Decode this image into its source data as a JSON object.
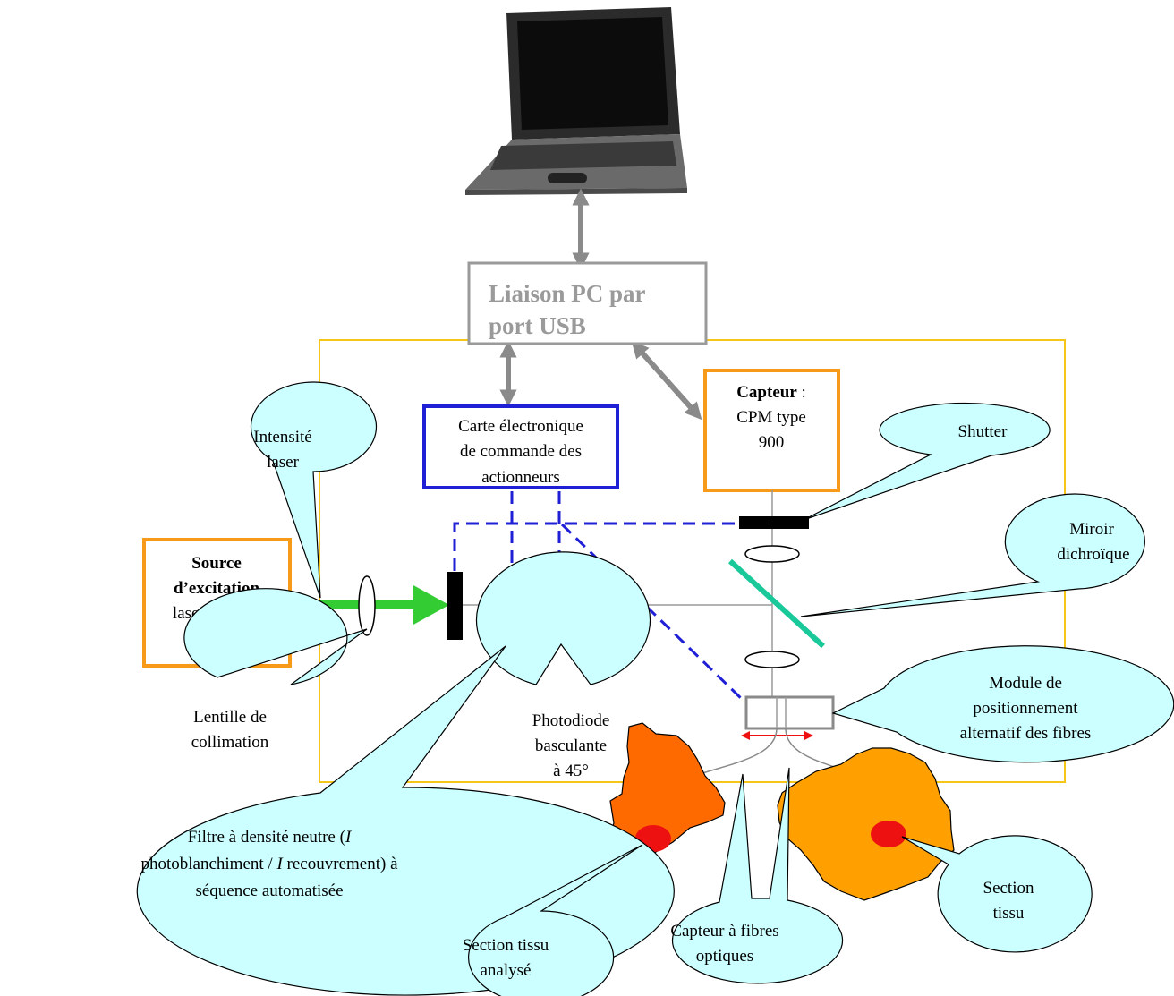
{
  "pc_link": {
    "line1": "Liaison PC par",
    "line2": "port USB"
  },
  "control_board": {
    "line1": "Carte électronique",
    "line2": "de commande des",
    "line3": "actionneurs"
  },
  "sensor": {
    "bold": "Capteur",
    "after_bold": " :",
    "line2": "CPM type",
    "line3": "900"
  },
  "source": {
    "line1": "Source",
    "line2": "d’excitation",
    "line3": "laser 488 nm"
  },
  "callouts": {
    "intensity": {
      "line1": "Intensité",
      "line2": "laser"
    },
    "shutter": {
      "line1": "Shutter"
    },
    "mirror": {
      "line1": "Miroir",
      "line2": "dichroïque"
    },
    "module": {
      "line1": "Module de",
      "line2": "positionnement",
      "line3": "alternatif des fibres"
    },
    "lens": {
      "line1": "Lentille de",
      "line2": "collimation"
    },
    "photodiode": {
      "line1": "Photodiode",
      "line2": "basculante",
      "line3": "à 45°"
    },
    "filter": {
      "line1_pre": "Filtre à densité neutre (",
      "line1_i": "I",
      "line2_a": "photoblanchiment / ",
      "line2_i": "I",
      "line2_b": " recouvrement) à",
      "line3": "séquence automatisée"
    },
    "tissue_analyzed": {
      "line1": "Section tissu",
      "line2": "analysé"
    },
    "fiber_sensor": {
      "line1": "Capteur à fibres",
      "line2": "optiques"
    },
    "tissue": {
      "line1": "Section",
      "line2": "tissu"
    }
  },
  "colors": {
    "enclosure": "#f5c518",
    "orange_border": "#f79a1a",
    "blue_border": "#1f1fd6",
    "gray": "#9a9a9a",
    "laser_green": "#33cc33",
    "mirror_teal": "#19c99a",
    "red": "#ee1111",
    "callout_fill": "#ccffff",
    "tissue_dark": "#ff6a00",
    "tissue_light": "#ffa000"
  },
  "icons": [
    "laptop-icon"
  ]
}
